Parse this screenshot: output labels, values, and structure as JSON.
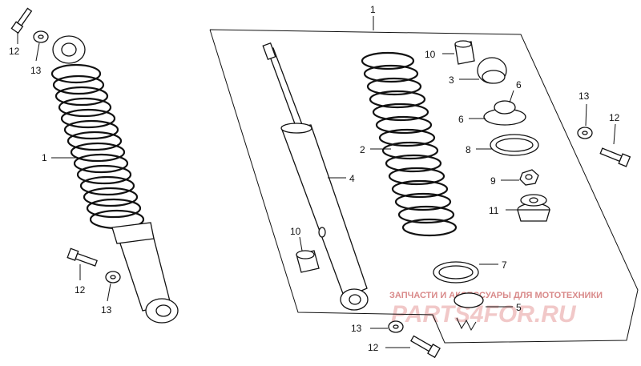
{
  "callouts": {
    "assembly": "1",
    "top_bolt": "12",
    "top_washer": "13",
    "left_assembly": "1",
    "lower_bolt_left": "12",
    "lower_washer_left": "13",
    "damper": "4",
    "bushing_center": "10",
    "spring": "2",
    "bushing_top": "10",
    "spring_seat": "3",
    "stopper_a": "6",
    "stopper_b": "6",
    "spring_guide": "8",
    "nut": "9",
    "upper_joint": "11",
    "stopper_ring": "7",
    "lock_nut": "5",
    "right_washer": "13",
    "right_bolt": "12",
    "bottom_washer": "13",
    "bottom_bolt": "12"
  },
  "watermark": {
    "tagline": "ЗАПЧАСТИ И АКСЕССУАРЫ ДЛЯ МОТОТЕХНИКИ",
    "logo": "PARTS4FOR.RU"
  }
}
